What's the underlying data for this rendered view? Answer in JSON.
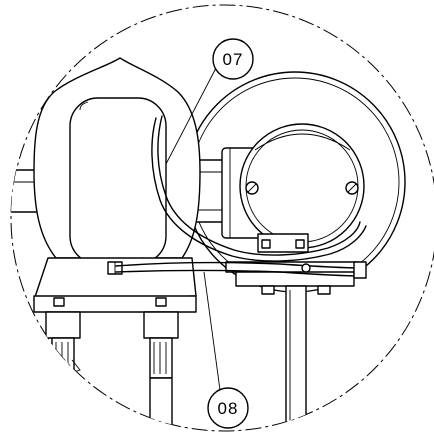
{
  "callouts": [
    {
      "id": "07",
      "label": "07"
    },
    {
      "id": "08",
      "label": "08"
    }
  ],
  "colors": {
    "line": "#000000",
    "background": "#ffffff"
  }
}
